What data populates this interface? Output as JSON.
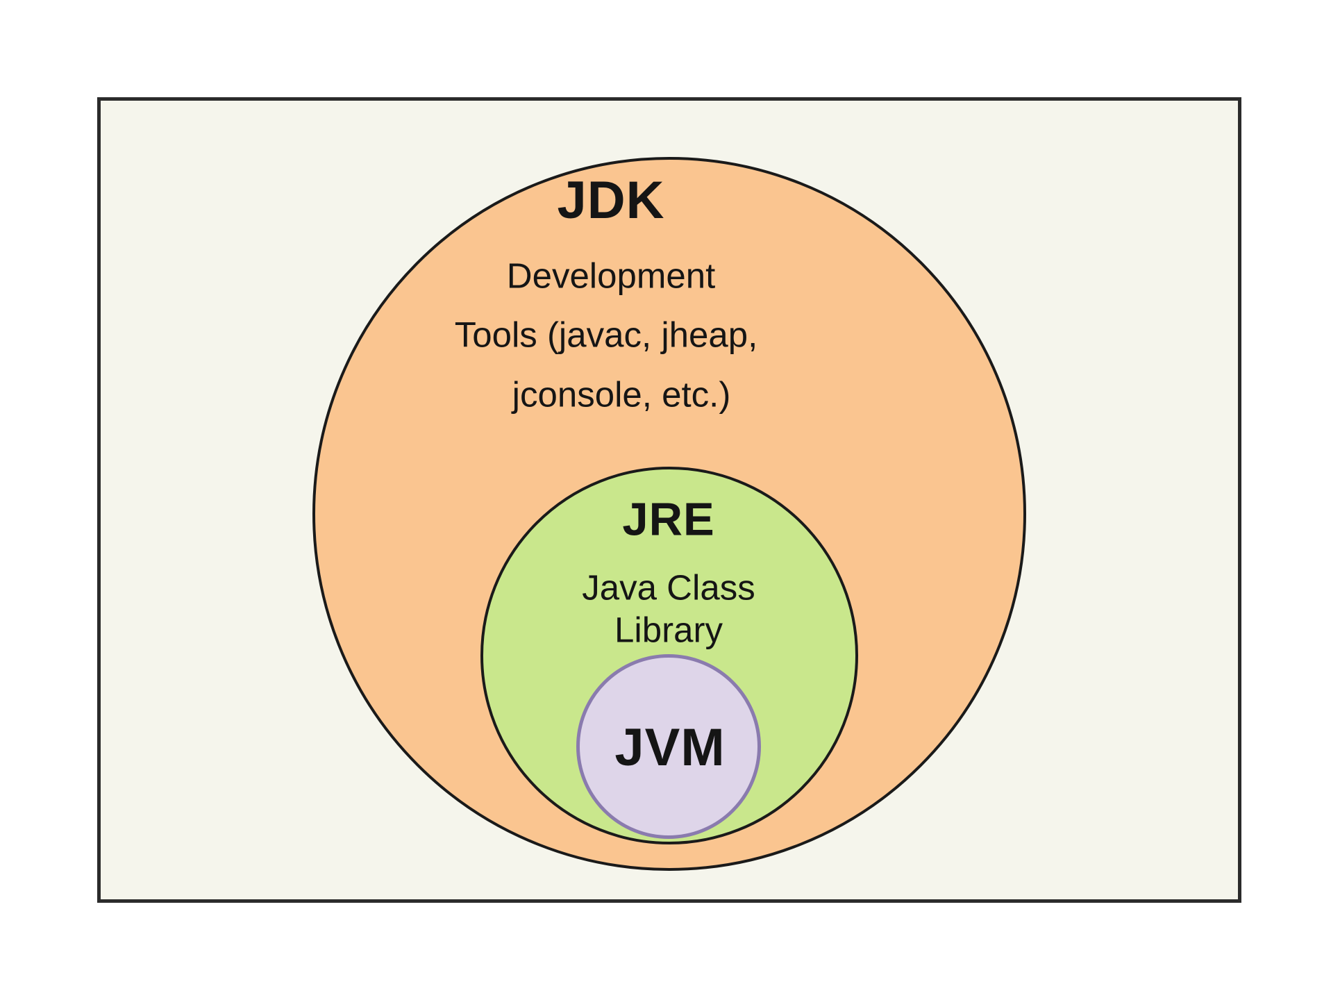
{
  "diagram": {
    "jdk": {
      "label": "JDK",
      "description_lines": [
        "Development",
        "Tools (javac, jheap,",
        "jconsole, etc.)"
      ]
    },
    "jre": {
      "label": "JRE",
      "description_lines": [
        "Java Class",
        "Library"
      ]
    },
    "jvm": {
      "label": "JVM"
    },
    "colors": {
      "page_bg": "#FFFFFF",
      "frame_bg": "#F5F5EC",
      "frame_border": "#2B2B2B",
      "circle_border": "#1A1A1A",
      "jdk_fill": "#FAC590",
      "jre_fill": "#C9E78C",
      "jvm_fill": "#DED5E9",
      "jvm_border": "#8A7BAE",
      "text": "#151515"
    }
  }
}
